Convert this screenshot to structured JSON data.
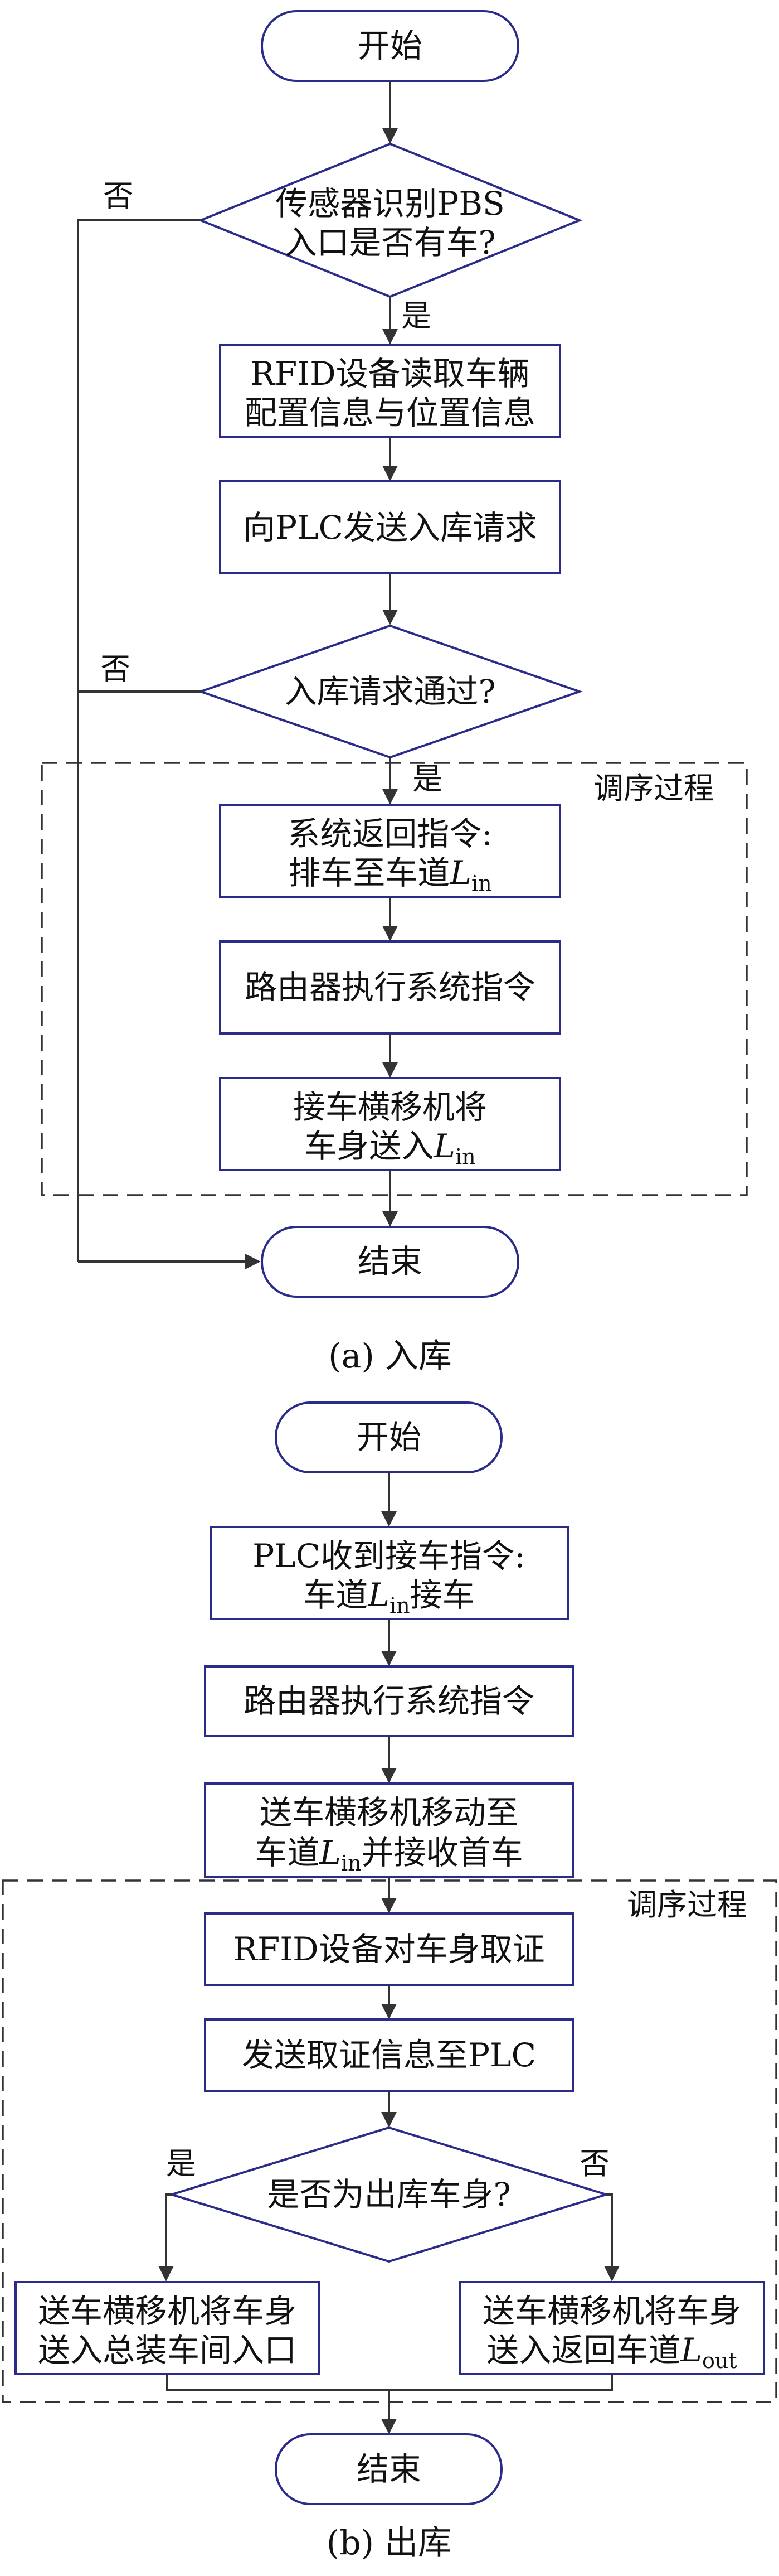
{
  "in": {
    "start": "开始",
    "decision_sensor_line1": "传感器识别PBS",
    "decision_sensor_line2": "入口是否有车?",
    "yes_label": "是",
    "no_label": "否",
    "rfid_line1": "RFID设备读取车辆",
    "rfid_line2": "配置信息与位置信息",
    "plc_request": "向PLC发送入库请求",
    "decision_pass": "入库请求通过?",
    "region_label": "调序过程",
    "return_cmd_line1": "系统返回指令:",
    "return_cmd_line2_prefix": "排车至车道",
    "lane_var": "L",
    "lane_sub_in": "in",
    "router_exec": "路由器执行系统指令",
    "shuttle_line1": "接车横移机将",
    "shuttle_line2_prefix": "车身送入",
    "end": "结束",
    "caption": "(a)  入库"
  },
  "out": {
    "start": "开始",
    "plc_receive_line1": "PLC收到接车指令:",
    "plc_receive_line2_prefix": "车道",
    "plc_receive_line2_suffix": "接车",
    "router_exec": "路由器执行系统指令",
    "send_move_line1": "送车横移机移动至",
    "send_move_line2_prefix": "车道",
    "send_move_line2_suffix": "并接收首车",
    "region_label": "调序过程",
    "rfid_verify": "RFID设备对车身取证",
    "send_info": "发送取证信息至PLC",
    "decision_outbound": "是否为出库车身?",
    "yes_label": "是",
    "no_label": "否",
    "left_line1": "送车横移机将车身",
    "left_line2": "送入总装车间入口",
    "right_line1": "送车横移机将车身",
    "right_line2_prefix": "送入返回车道",
    "lane_var": "L",
    "lane_sub_in": "in",
    "lane_sub_out": "out",
    "end": "结束",
    "caption": "(b)  出库"
  }
}
